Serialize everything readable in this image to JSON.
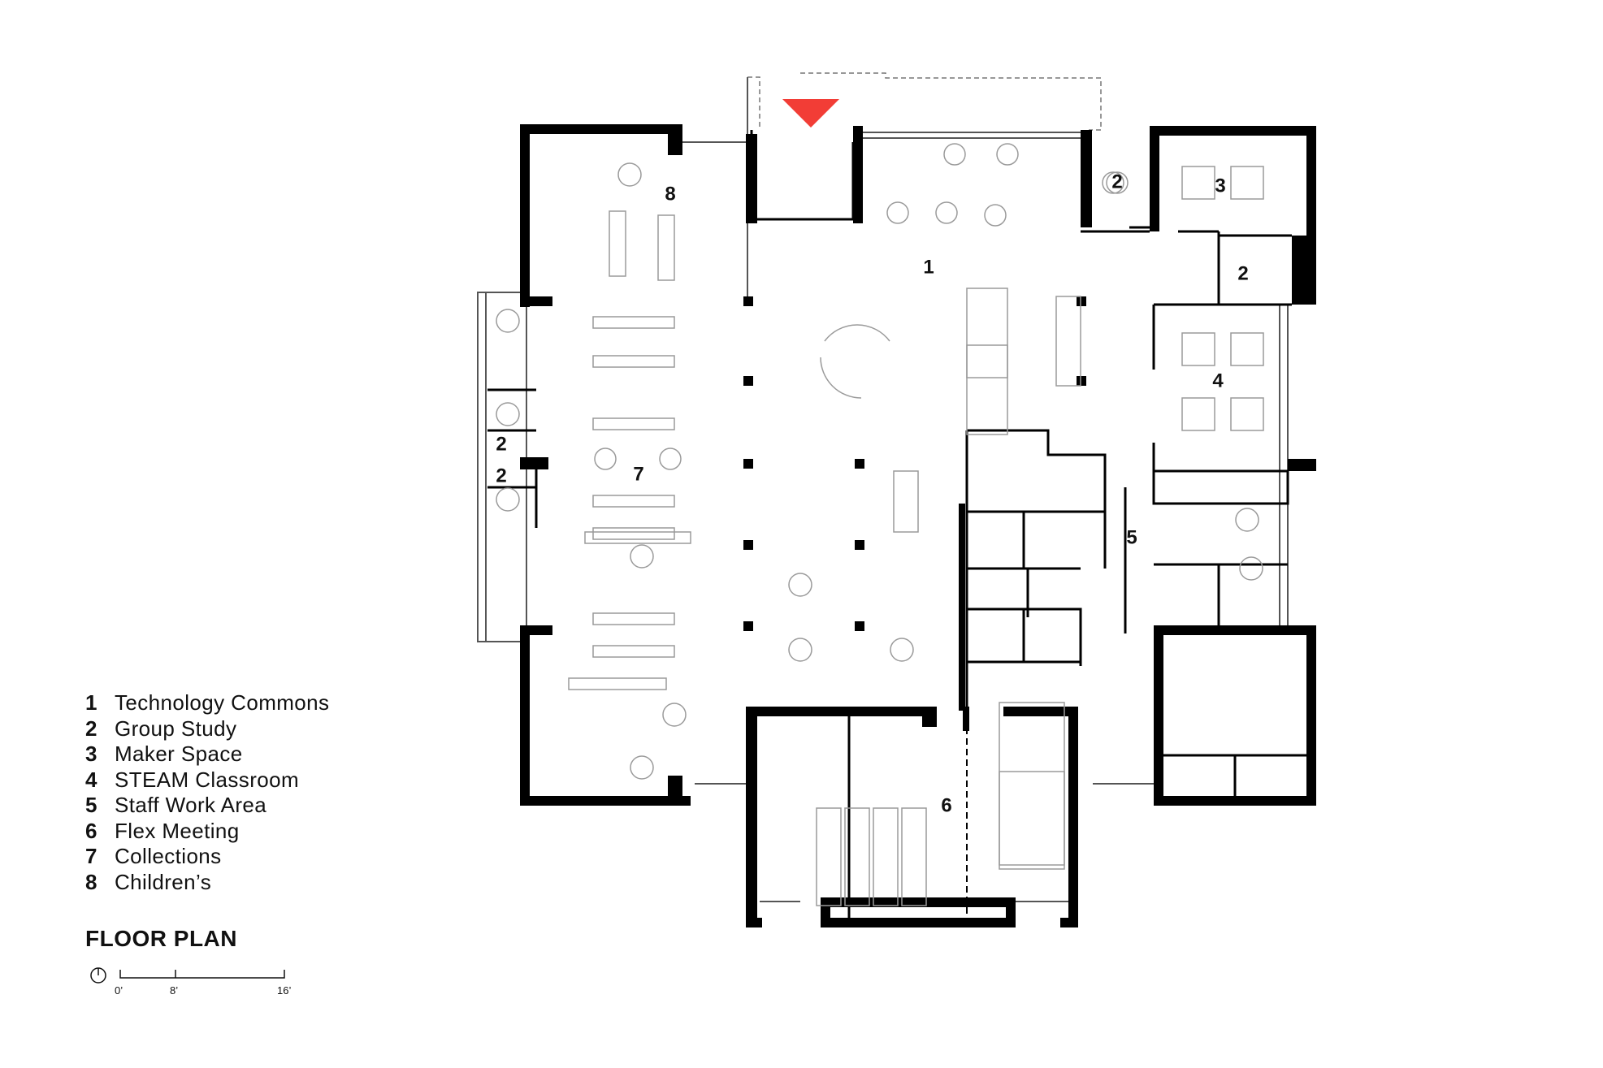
{
  "legend": [
    {
      "num": "1",
      "name": "Technology Commons"
    },
    {
      "num": "2",
      "name": "Group Study"
    },
    {
      "num": "3",
      "name": "Maker Space"
    },
    {
      "num": "4",
      "name": "STEAM Classroom"
    },
    {
      "num": "5",
      "name": "Staff Work Area"
    },
    {
      "num": "6",
      "name": "Flex Meeting"
    },
    {
      "num": "7",
      "name": "Collections"
    },
    {
      "num": "8",
      "name": "Children’s"
    }
  ],
  "title": "FLOOR PLAN",
  "scale": {
    "labels": [
      "0’",
      "8’",
      "16’"
    ],
    "icon": "north-arrow-icon"
  },
  "plan_labels": [
    "1",
    "2",
    "2",
    "2",
    "2",
    "3",
    "4",
    "5",
    "6",
    "7",
    "8"
  ],
  "colors": {
    "entry_marker": "#f23d36",
    "walls": "#000000",
    "furniture": "#9a9a9a"
  }
}
